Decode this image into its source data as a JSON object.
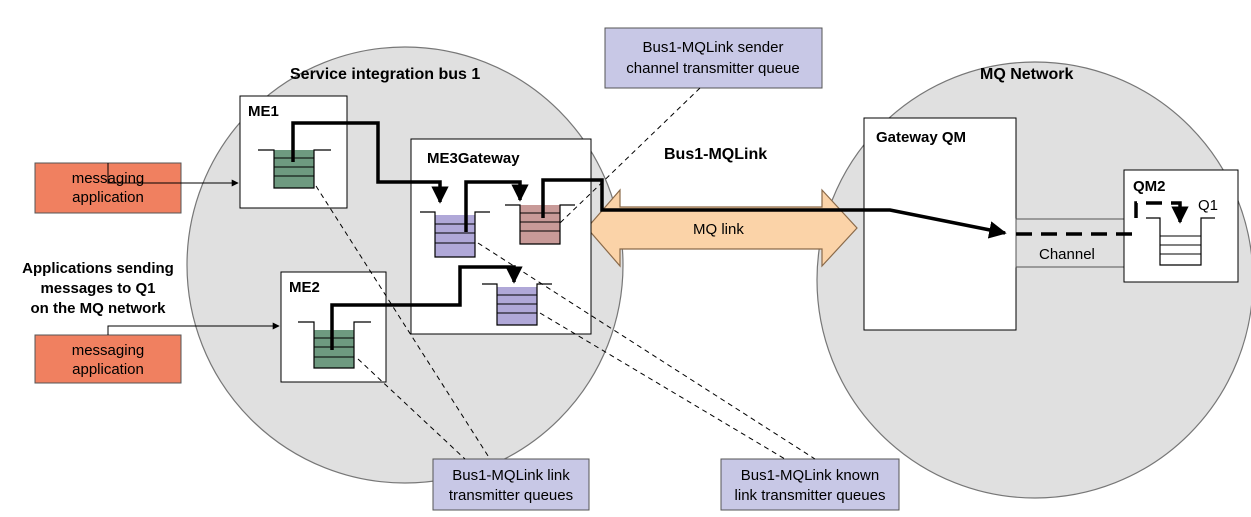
{
  "bus": {
    "title": "Service integration bus 1"
  },
  "network": {
    "title": "MQ Network"
  },
  "engines": {
    "me1": "ME1",
    "me2": "ME2",
    "gateway": "ME3Gateway"
  },
  "apps": {
    "app1": [
      "messaging",
      "application"
    ],
    "app2": [
      "messaging",
      "application"
    ],
    "side_label": [
      "Applications sending",
      "messages to Q1",
      "on the MQ network"
    ]
  },
  "link": {
    "name": "Bus1-MQLink",
    "arrow_label": "MQ link"
  },
  "mq": {
    "gateway_qm": "Gateway QM",
    "qm2": "QM2",
    "q1": "Q1",
    "channel": "Channel"
  },
  "callouts": {
    "sender_queue": [
      "Bus1-MQLink sender",
      "channel transmitter queue"
    ],
    "link_queues": [
      "Bus1-MQLink link",
      "transmitter queues"
    ],
    "known_queues": [
      "Bus1-MQLink known",
      "link transmitter queues"
    ]
  },
  "colors": {
    "circle": "#e0e0e0",
    "app_box": "#f08060",
    "callout_box": "#c8c8e6",
    "link_arrow": "#fbd3a8",
    "queue_green": "#6e9a80",
    "queue_purple": "#b0a8d8",
    "queue_pink": "#c89a98"
  }
}
